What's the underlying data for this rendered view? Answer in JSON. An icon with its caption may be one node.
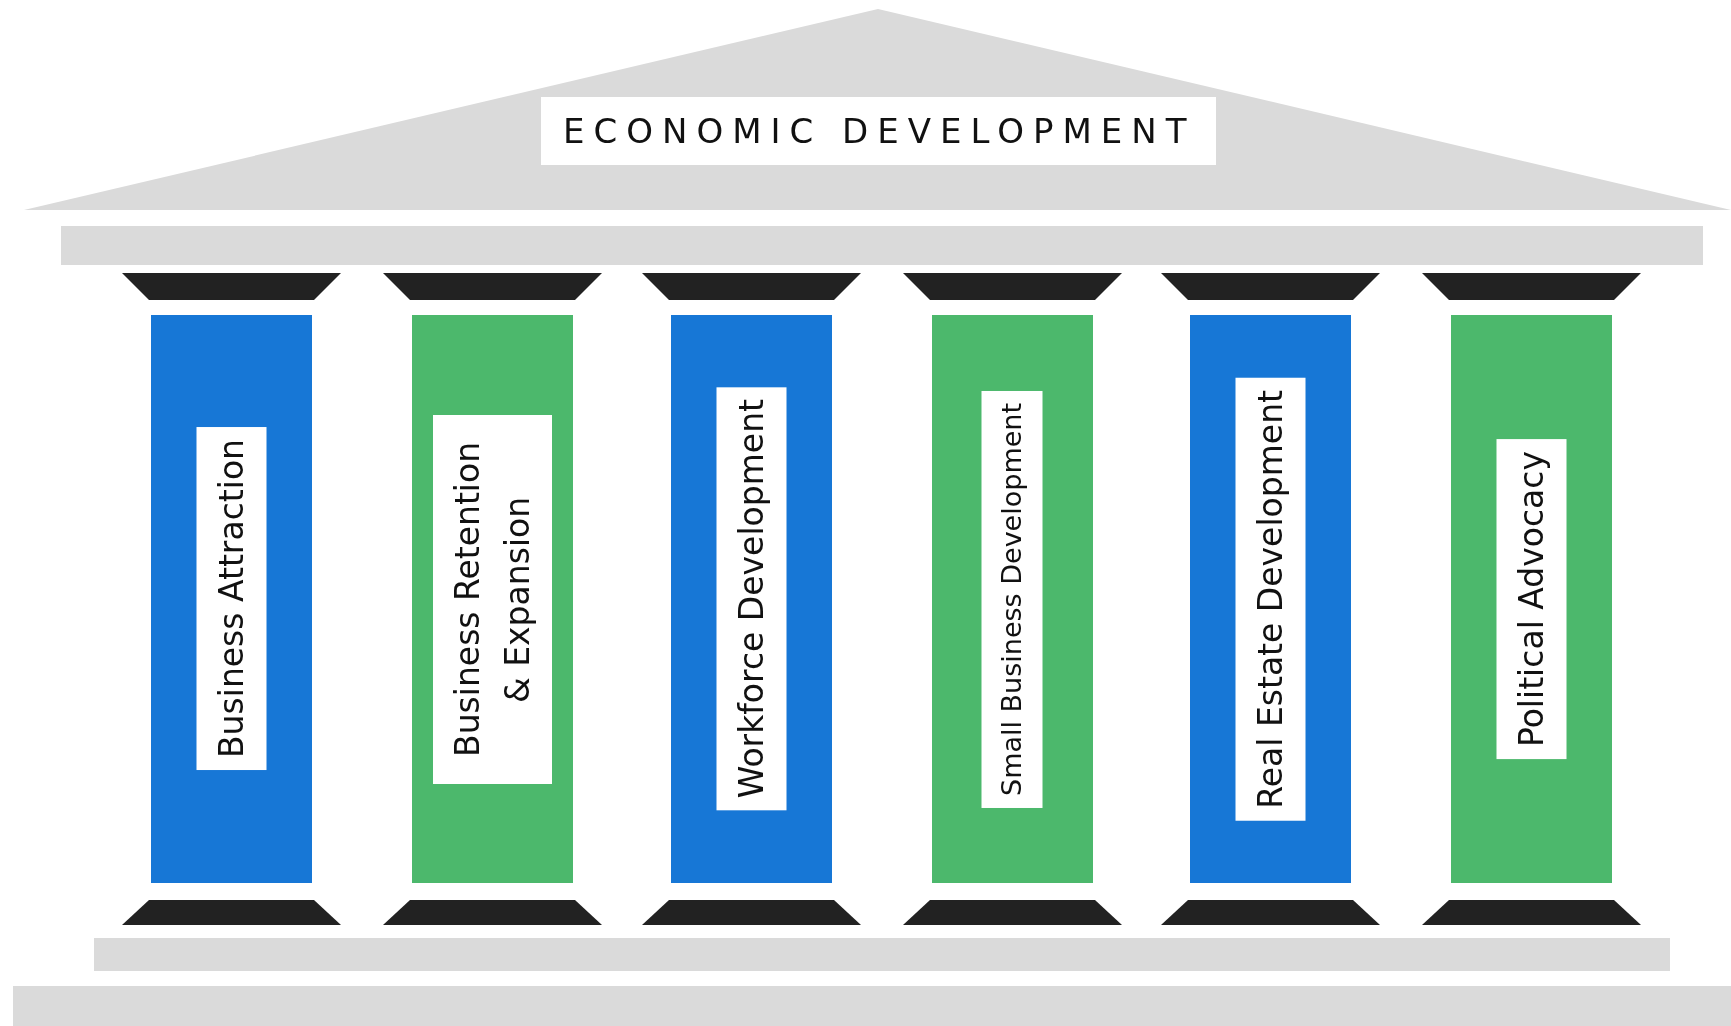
{
  "diagram": {
    "nodes": [
      {
        "text": [
          "ECONOMIC DEVELOPMENT"
        ]
      },
      {
        "text": [
          "Business Attraction"
        ]
      },
      {
        "text": [
          "Business Retention & Expansion"
        ]
      },
      {
        "text": [
          "Workforce Development"
        ]
      },
      {
        "text": [
          "Small Business Development"
        ]
      },
      {
        "text": [
          "Real Estate Development"
        ]
      },
      {
        "text": [
          "Political Advocacy"
        ]
      }
    ]
  }
}
